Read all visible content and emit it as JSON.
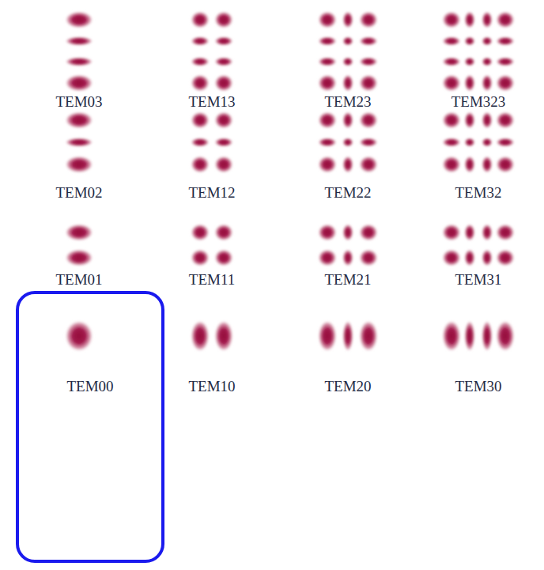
{
  "diagram": {
    "nodes": [
      {
        "text": [
          "TEM00"
        ]
      }
    ],
    "labels": [
      "TEM03",
      "TEM13",
      "TEM23",
      "TEM323",
      "TEM02",
      "TEM12",
      "TEM22",
      "TEM32",
      "TEM01",
      "TEM11",
      "TEM21",
      "TEM31",
      "TEM10",
      "TEM20",
      "TEM30"
    ]
  }
}
